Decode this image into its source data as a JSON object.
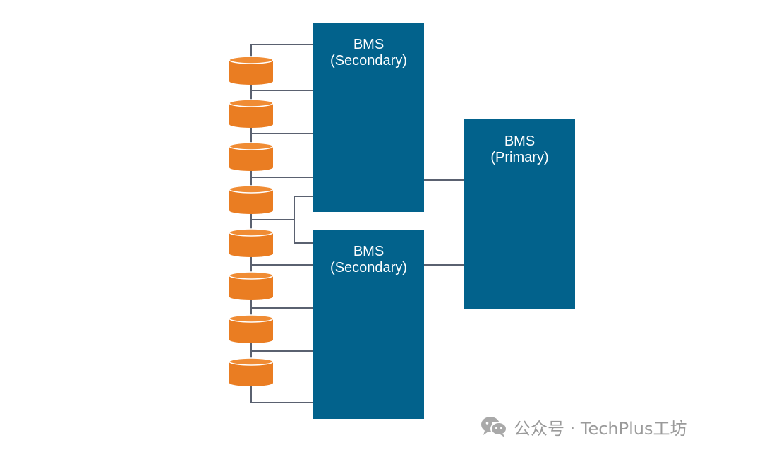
{
  "diagram": {
    "secondary_top": {
      "line1": "BMS",
      "line2": "(Secondary)"
    },
    "secondary_bottom": {
      "line1": "BMS",
      "line2": "(Secondary)"
    },
    "primary": {
      "line1": "BMS",
      "line2": "(Primary)"
    },
    "battery_cell_count": 8
  },
  "colors": {
    "bms_box": "#02628c",
    "battery_cell": "#ea7d22",
    "battery_cell_top": "#f08c34",
    "connector_line": "#5a6170"
  },
  "watermark": {
    "text": "公众号 · TechPlus工坊",
    "icon": "wechat-icon"
  }
}
